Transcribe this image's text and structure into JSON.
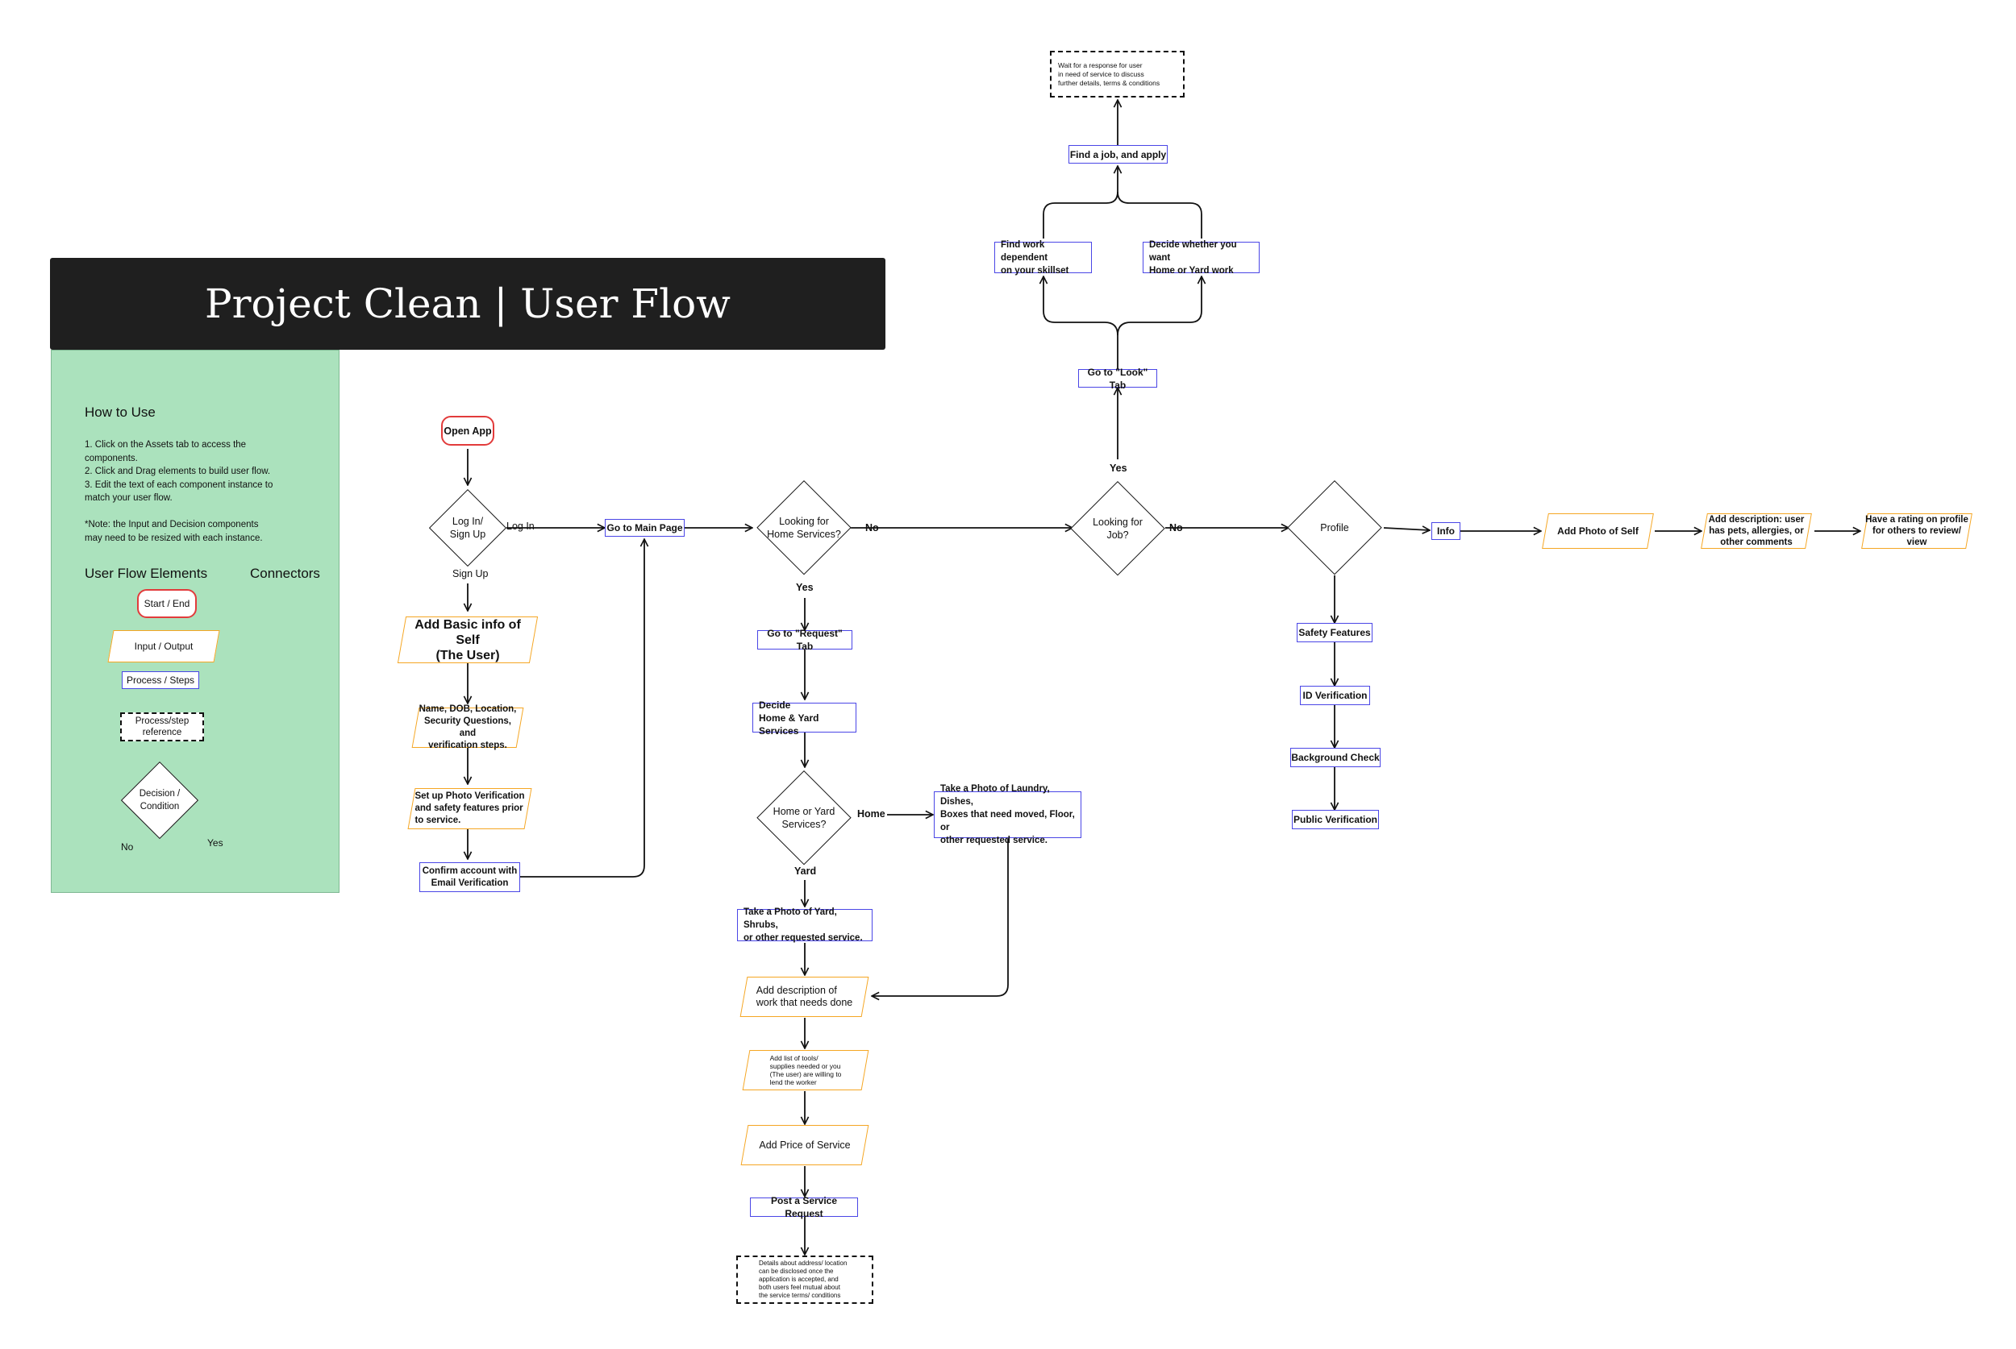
{
  "title": "Project Clean | User Flow",
  "legend": {
    "how_to_use_title": "How to Use",
    "instructions": [
      "1. Click on the Assets tab to access the",
      "components.",
      "2. Click and Drag elements to build user flow.",
      "3. Edit the text of each component instance to",
      "match your user flow.",
      "",
      "*Note: the Input and Decision components",
      "may need to be resized with each instance."
    ],
    "elements_title": "User Flow Elements",
    "connectors_title": "Connectors",
    "start_end": "Start / End",
    "input_output": "Input / Output",
    "process_steps": "Process / Steps",
    "process_ref": [
      "Process/step",
      "reference"
    ],
    "decision": [
      "Decision /",
      "Condition"
    ],
    "no": "No",
    "yes": "Yes"
  },
  "nodes": {
    "open_app": "Open App",
    "login_signup": [
      "Log In/",
      "Sign Up"
    ],
    "add_basic_info": [
      "Add Basic info of Self",
      "(The User)"
    ],
    "name_dob": [
      "Name, DOB, Location,",
      "Security Questions, and",
      "verification steps."
    ],
    "photo_verification": [
      "Set up Photo Verification",
      "and safety features prior",
      "to service."
    ],
    "confirm_account": [
      "Confirm account with",
      "Email Verification"
    ],
    "main_page": "Go to Main Page",
    "looking_home": [
      "Looking for",
      "Home Services?"
    ],
    "request_tab": "Go to \"Request\" Tab",
    "decide_home_yard": [
      "Decide",
      "Home & Yard Services"
    ],
    "home_or_yard": [
      "Home or Yard",
      "Services?"
    ],
    "photo_laundry": [
      "Take a Photo of Laundry, Dishes,",
      "Boxes that need moved, Floor, or",
      "other requested service."
    ],
    "photo_yard": [
      "Take a Photo of Yard, Shrubs,",
      "or other requested service."
    ],
    "add_desc_work": [
      "Add description of",
      "work that needs done"
    ],
    "add_tools": [
      "Add list of tools/",
      "supplies needed or you",
      "(The user) are willing to",
      "lend the worker"
    ],
    "add_price": "Add Price of Service",
    "post_request": "Post a Service Request",
    "details_address": [
      "Details about address/ location",
      "can be disclosed once the",
      "application is accepted, and",
      "both users feel mutual about",
      "the service terms/ conditions"
    ],
    "looking_job": [
      "Looking for",
      "Job?"
    ],
    "look_tab": "Go to \"Look\" Tab",
    "find_work_skill": [
      "Find work dependent",
      "on your skillset"
    ],
    "decide_home_yard_work": [
      "Decide whether you want",
      "Home or Yard work"
    ],
    "find_job": "Find a job, and apply",
    "wait_response": [
      "Wait for a response for user",
      "in need of service to discuss",
      "further details, terms & conditions"
    ],
    "profile": "Profile",
    "info": "Info",
    "add_photo_self": "Add Photo of Self",
    "add_description_user": [
      "Add description: user",
      "has pets, allergies, or",
      "other comments"
    ],
    "rating": [
      "Have a rating on profile",
      "for others to review/",
      "view"
    ],
    "safety_features": "Safety Features",
    "id_verification": "ID Verification",
    "background_check": "Background Check",
    "public_verification": "Public Verification"
  },
  "edge_labels": {
    "log_in": "Log In",
    "sign_up": "Sign Up",
    "no_home": "No",
    "yes_home": "Yes",
    "home": "Home",
    "yard": "Yard",
    "no_job": "No",
    "yes_job": "Yes"
  },
  "colors": {
    "title_bar": "#1f1f1f",
    "legend_bg": "#abe2bd",
    "process_border": "#4a46e6",
    "io_border": "#f5a623",
    "terminal_border": "#e23b3b",
    "line": "#111111"
  }
}
